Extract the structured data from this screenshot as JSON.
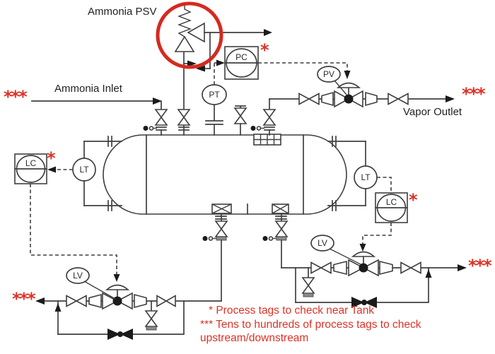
{
  "colors": {
    "line": "#3f3f3f",
    "annotation_red": "#dc3227",
    "circle_red": "#d52a1e",
    "background": "#ffffff"
  },
  "labels": {
    "ammonia_psv": "Ammonia PSV",
    "ammonia_inlet": "Ammonia Inlet",
    "vapor_outlet": "Vapor Outlet"
  },
  "tags": {
    "pc": "PC",
    "pt": "PT",
    "pv": "PV",
    "lt": "LT",
    "lc": "LC",
    "lv": "LV"
  },
  "markers": {
    "star": "*",
    "triple_star": "***"
  },
  "notes": {
    "line1": "* Process tags to check near Tank",
    "line2": "*** Tens to hundreds of process tags to check",
    "line3": "upstream/downstream"
  }
}
